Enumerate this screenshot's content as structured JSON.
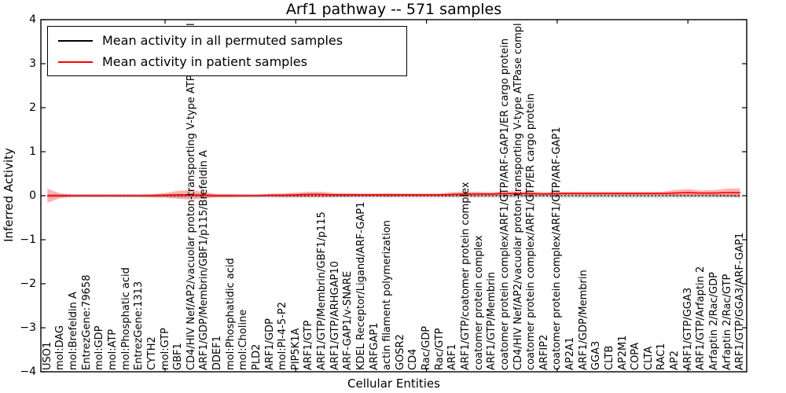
{
  "chart_data": {
    "type": "line",
    "title": "Arf1 pathway -- 571 samples",
    "xlabel": "Cellular Entities",
    "ylabel": "Inferred Activity",
    "ylim": [
      -4,
      4
    ],
    "yticks": [
      4,
      3,
      2,
      1,
      0,
      -1,
      -2,
      -3,
      -4
    ],
    "grid": false,
    "legend_position": "upper left",
    "x_major_tick_every": 10,
    "categories": [
      "USO1",
      "mol:DAG",
      "mol:Brefeldin A",
      "EntrezGene:79658",
      "mol:GDP",
      "mol:ATP",
      "mol:Phosphatic acid",
      "EntrezGene:1313",
      "CYTH2",
      "mol:GTP",
      "GBF1",
      "CD4/HIV Nef/AP2/vacuolar proton-transporting V-type ATPase compl",
      "ARF1/GDP/Membrin/GBF1/p115/Brefeldin A",
      "DDEF1",
      "mol:Phosphatidic acid",
      "mol:Choline",
      "PLD2",
      "ARF1/GDP",
      "mol:PI-4-5-P2",
      "PIP5K1A",
      "ARF1/GTP",
      "ARF1/GTP/Membrin/GBF1/p115",
      "ARF1/GTP/ARHGAP10",
      "ARF-GAP1/v-SNARE",
      "KDEL Receptor/Ligand/ARF-GAP1",
      "ARFGAP1",
      "actin filament polymerization",
      "GOSR2",
      "CD4",
      "Rac/GDP",
      "Rac/GTP",
      "ARF1",
      "ARF1/GTP/coatomer protein complex",
      "coatomer protein complex",
      "ARF1/GTP/Membrin",
      "coatomer protein complex/ARF1/GTP/ARF-GAP1/ER cargo protein",
      "CD4/HIV Nef/AP2/vacuolar proton-transporting V-type ATPase compl",
      "coatomer protein complex/ARF1/GTP/ER cargo protein",
      "ARFIP2",
      "coatomer protein complex/ARF1/GTP/ARF-GAP1",
      "AP2A1",
      "ARF1/GDP/Membrin",
      "GGA3",
      "CLTB",
      "AP2M1",
      "COPA",
      "CLTA",
      "RAC1",
      "AP2",
      "ARF1/GTP/GGA3",
      "ARF1/GTP/Arfaptin 2",
      "Arfaptin 2/Rac/GDP",
      "Arfaptin 2/Rac/GTP",
      "ARF1/GTP/GGA3/ARF-GAP1"
    ],
    "series": [
      {
        "name": "Mean activity in all permuted samples",
        "color": "#000000",
        "line_style": "dotted",
        "band_color": "rgba(130,130,130,0.45)",
        "values": [
          0,
          0,
          0,
          0,
          0,
          0,
          0,
          0,
          0,
          0,
          0,
          0,
          0,
          0,
          0,
          0,
          0,
          0,
          0,
          0,
          0,
          0,
          0,
          0,
          0,
          0,
          0,
          0,
          0,
          0,
          0,
          0,
          0,
          0,
          0,
          0,
          0,
          0,
          0,
          0,
          0,
          0,
          0,
          0,
          0,
          0,
          0,
          0,
          0,
          0,
          0,
          0,
          0,
          0
        ],
        "band_halfwidth": [
          0.04,
          0.04,
          0.04,
          0.04,
          0.04,
          0.04,
          0.04,
          0.04,
          0.04,
          0.04,
          0.04,
          0.04,
          0.04,
          0.04,
          0.04,
          0.04,
          0.04,
          0.04,
          0.04,
          0.04,
          0.04,
          0.04,
          0.04,
          0.04,
          0.04,
          0.04,
          0.04,
          0.04,
          0.04,
          0.04,
          0.04,
          0.04,
          0.04,
          0.04,
          0.04,
          0.04,
          0.04,
          0.04,
          0.04,
          0.04,
          0.04,
          0.04,
          0.04,
          0.04,
          0.04,
          0.04,
          0.04,
          0.04,
          0.04,
          0.04,
          0.04,
          0.04,
          0.04,
          0.04
        ]
      },
      {
        "name": "Mean activity in patient samples",
        "color": "#ff0000",
        "line_style": "solid",
        "band_color": "rgba(255,0,0,0.30)",
        "values": [
          0,
          0,
          0,
          0,
          0,
          0,
          0,
          0,
          0,
          0.01,
          0.02,
          0.02,
          0.01,
          0,
          0,
          0,
          0,
          0.01,
          0.01,
          0.02,
          0.03,
          0.03,
          0.02,
          0.02,
          0.02,
          0.02,
          0.02,
          0.02,
          0.02,
          0.02,
          0.02,
          0.03,
          0.04,
          0.04,
          0.04,
          0.05,
          0.05,
          0.05,
          0.04,
          0.05,
          0.05,
          0.05,
          0.05,
          0.05,
          0.05,
          0.05,
          0.05,
          0.05,
          0.06,
          0.07,
          0.06,
          0.06,
          0.07,
          0.07
        ],
        "band_halfwidth": [
          0.16,
          0.05,
          0.02,
          0.02,
          0.02,
          0.02,
          0.02,
          0.02,
          0.03,
          0.05,
          0.09,
          0.11,
          0.07,
          0.03,
          0.03,
          0.02,
          0.02,
          0.03,
          0.04,
          0.05,
          0.06,
          0.06,
          0.04,
          0.04,
          0.03,
          0.03,
          0.04,
          0.03,
          0.03,
          0.03,
          0.03,
          0.05,
          0.05,
          0.05,
          0.04,
          0.05,
          0.05,
          0.05,
          0.04,
          0.04,
          0.04,
          0.04,
          0.04,
          0.04,
          0.04,
          0.04,
          0.04,
          0.04,
          0.07,
          0.08,
          0.06,
          0.07,
          0.09,
          0.1
        ]
      }
    ]
  }
}
